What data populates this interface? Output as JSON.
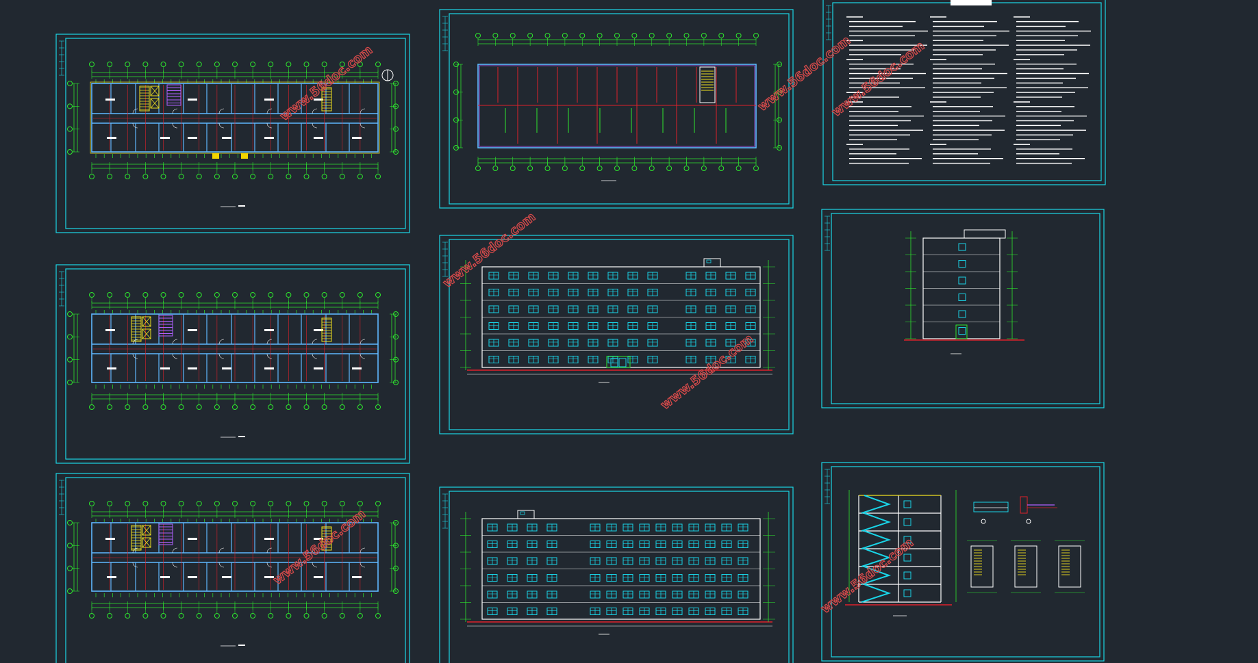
{
  "colors": {
    "background": "#212830",
    "frame": "#1bd7e6",
    "axis": "#2ee62e",
    "wall": "#5fb8ff",
    "red": "#e0202a",
    "window": "#19d5e8",
    "stair": "#f0e020",
    "magenta": "#b060ff",
    "white": "#ffffff",
    "watermark": "#d64a4a"
  },
  "watermarks": [
    {
      "text": "www.56doc.com"
    },
    {
      "text": "www.56doc.com"
    },
    {
      "text": "www.56doc.com"
    },
    {
      "text": "www.56doc.com"
    },
    {
      "text": "www.56doc.com"
    },
    {
      "text": "www.56doc.com"
    },
    {
      "text": "www.56doc.com"
    }
  ],
  "sheets": [
    {
      "id": "plan-1",
      "kind": "floor-plan",
      "variant": "ground"
    },
    {
      "id": "plan-2",
      "kind": "floor-plan",
      "variant": "typical"
    },
    {
      "id": "plan-3",
      "kind": "floor-plan",
      "variant": "top"
    },
    {
      "id": "roof-plan",
      "kind": "roof-plan"
    },
    {
      "id": "elevation-front",
      "kind": "elevation",
      "variant": "front"
    },
    {
      "id": "elevation-back",
      "kind": "elevation",
      "variant": "back"
    },
    {
      "id": "design-notes",
      "kind": "notes"
    },
    {
      "id": "side-elevation",
      "kind": "side-elevation"
    },
    {
      "id": "section-details",
      "kind": "section"
    }
  ],
  "elevation": {
    "floors": 6,
    "front_window_columns": 13,
    "back_window_columns": 14
  }
}
